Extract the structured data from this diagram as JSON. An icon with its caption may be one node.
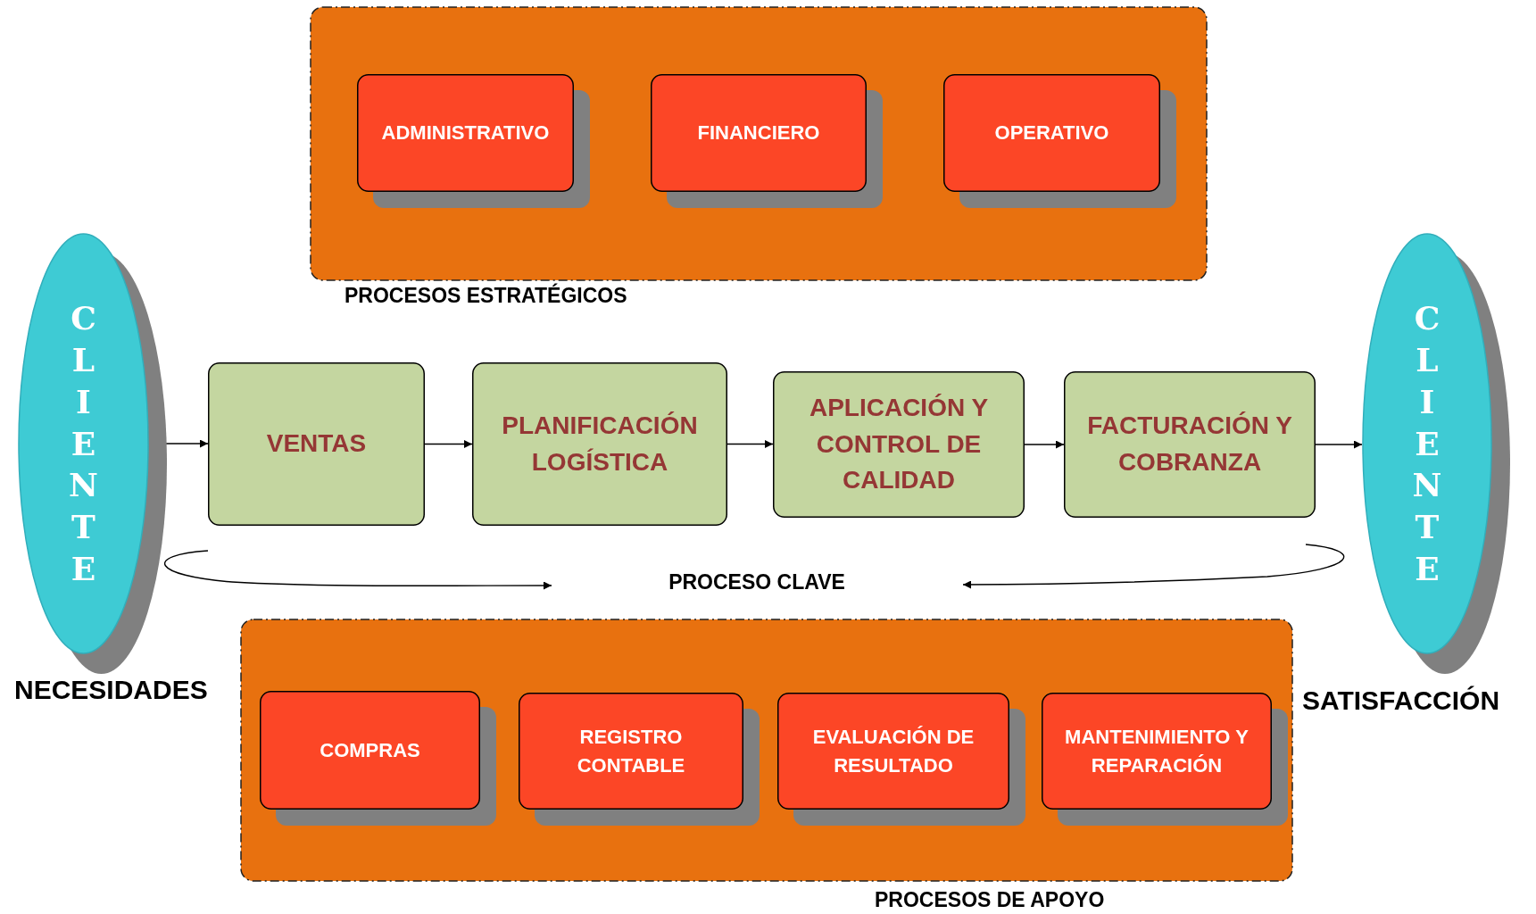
{
  "diagram": {
    "nodes": [
      {
        "text": [
          "PROCESOS ESTRATÉGICOS"
        ]
      },
      {
        "text": [
          "ADMINISTRATIVO"
        ],
        "in": 0
      },
      {
        "text": [
          "FINANCIERO"
        ],
        "in": 0
      },
      {
        "text": [
          "OPERATIVO"
        ],
        "in": 0
      },
      {
        "text": [
          "CLIENTE"
        ],
        "beside": [
          "NECESIDADES"
        ]
      },
      {
        "text": [
          "VENTAS"
        ]
      },
      {
        "text": [
          "PLANIFICACIÓN LOGÍSTICA"
        ]
      },
      {
        "text": [
          "APLICACIÓN Y CONTROL DE CALIDAD"
        ]
      },
      {
        "text": [
          "FACTURACIÓN Y COBRANZA"
        ]
      },
      {
        "text": [
          "CLIENTE"
        ],
        "beside": [
          "SATISFACCIÓN"
        ]
      },
      {
        "text": [
          "PROCESOS DE APOYO"
        ]
      },
      {
        "text": [
          "COMPRAS"
        ],
        "in": 10
      },
      {
        "text": [
          "REGISTRO CONTABLE"
        ],
        "in": 10
      },
      {
        "text": [
          "EVALUACIÓN DE RESULTADO"
        ],
        "in": 10
      },
      {
        "text": [
          "MANTENIMIENTO Y REPARACIÓN"
        ],
        "in": 10
      }
    ],
    "edges": [
      {
        "from": 4,
        "to": 5,
        "arrow": "to"
      },
      {
        "from": 5,
        "to": 6,
        "arrow": "to"
      },
      {
        "from": 6,
        "to": 7,
        "arrow": "to"
      },
      {
        "from": 7,
        "to": 8,
        "arrow": "to"
      },
      {
        "from": 8,
        "to": 9,
        "arrow": "to"
      }
    ],
    "labels": [
      "PROCESO CLAVE"
    ]
  }
}
